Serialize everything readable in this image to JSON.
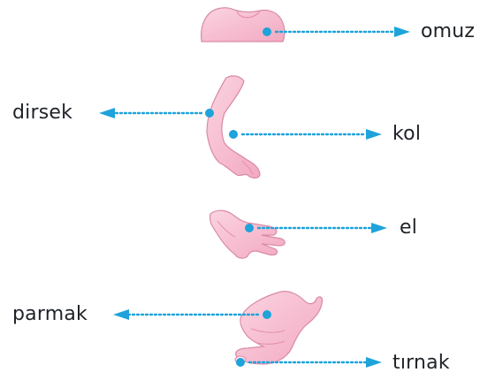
{
  "labels": {
    "omuz": "omuz",
    "dirsek": "dirsek",
    "kol": "kol",
    "el": "el",
    "parmak": "parmak",
    "tirnak": "tırnak"
  },
  "colors": {
    "skin": "#f8c3d3",
    "skin_shadow": "#e899b4",
    "skin_outline": "#d98aa6",
    "pointer": "#1ea3da",
    "text": "#1f2328"
  }
}
